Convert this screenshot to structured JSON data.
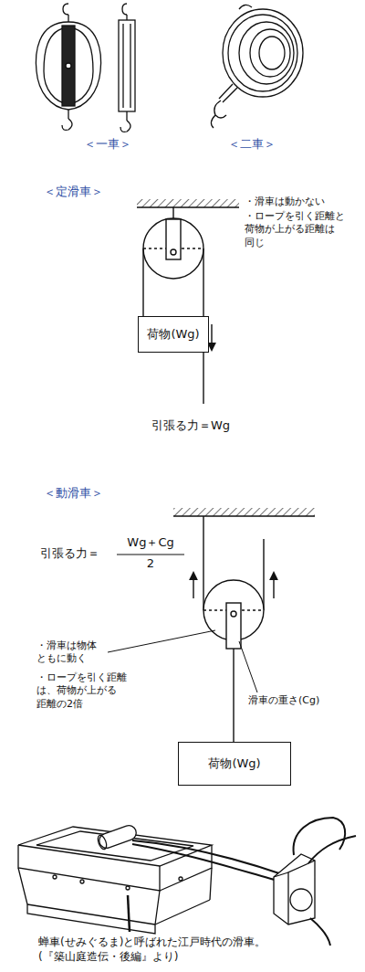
{
  "diagram": {
    "caption": "蝉車(せみぐるま)と呼ばれた江戸時代の滑車。 (『築山庭造伝・後編』より)",
    "nodes": [
      {
        "text": [
          "荷物(Wg)"
        ]
      },
      {
        "text": [
          "荷物(Wg)"
        ]
      }
    ],
    "labels": [
      "＜一車＞",
      "＜二車＞",
      "＜定滑車＞",
      "・滑車は動かない",
      "・ロープを引く距離と 荷物が上がる距離は 同じ",
      "引張る力＝Wg",
      "＜動滑車＞",
      "引張る力＝",
      "Wg＋Cg",
      "2",
      "・滑車は物体 ともに動く",
      "・ロープを引く距離 は、荷物が上がる 距離の2倍",
      "滑車の重さ(Cg)"
    ]
  }
}
